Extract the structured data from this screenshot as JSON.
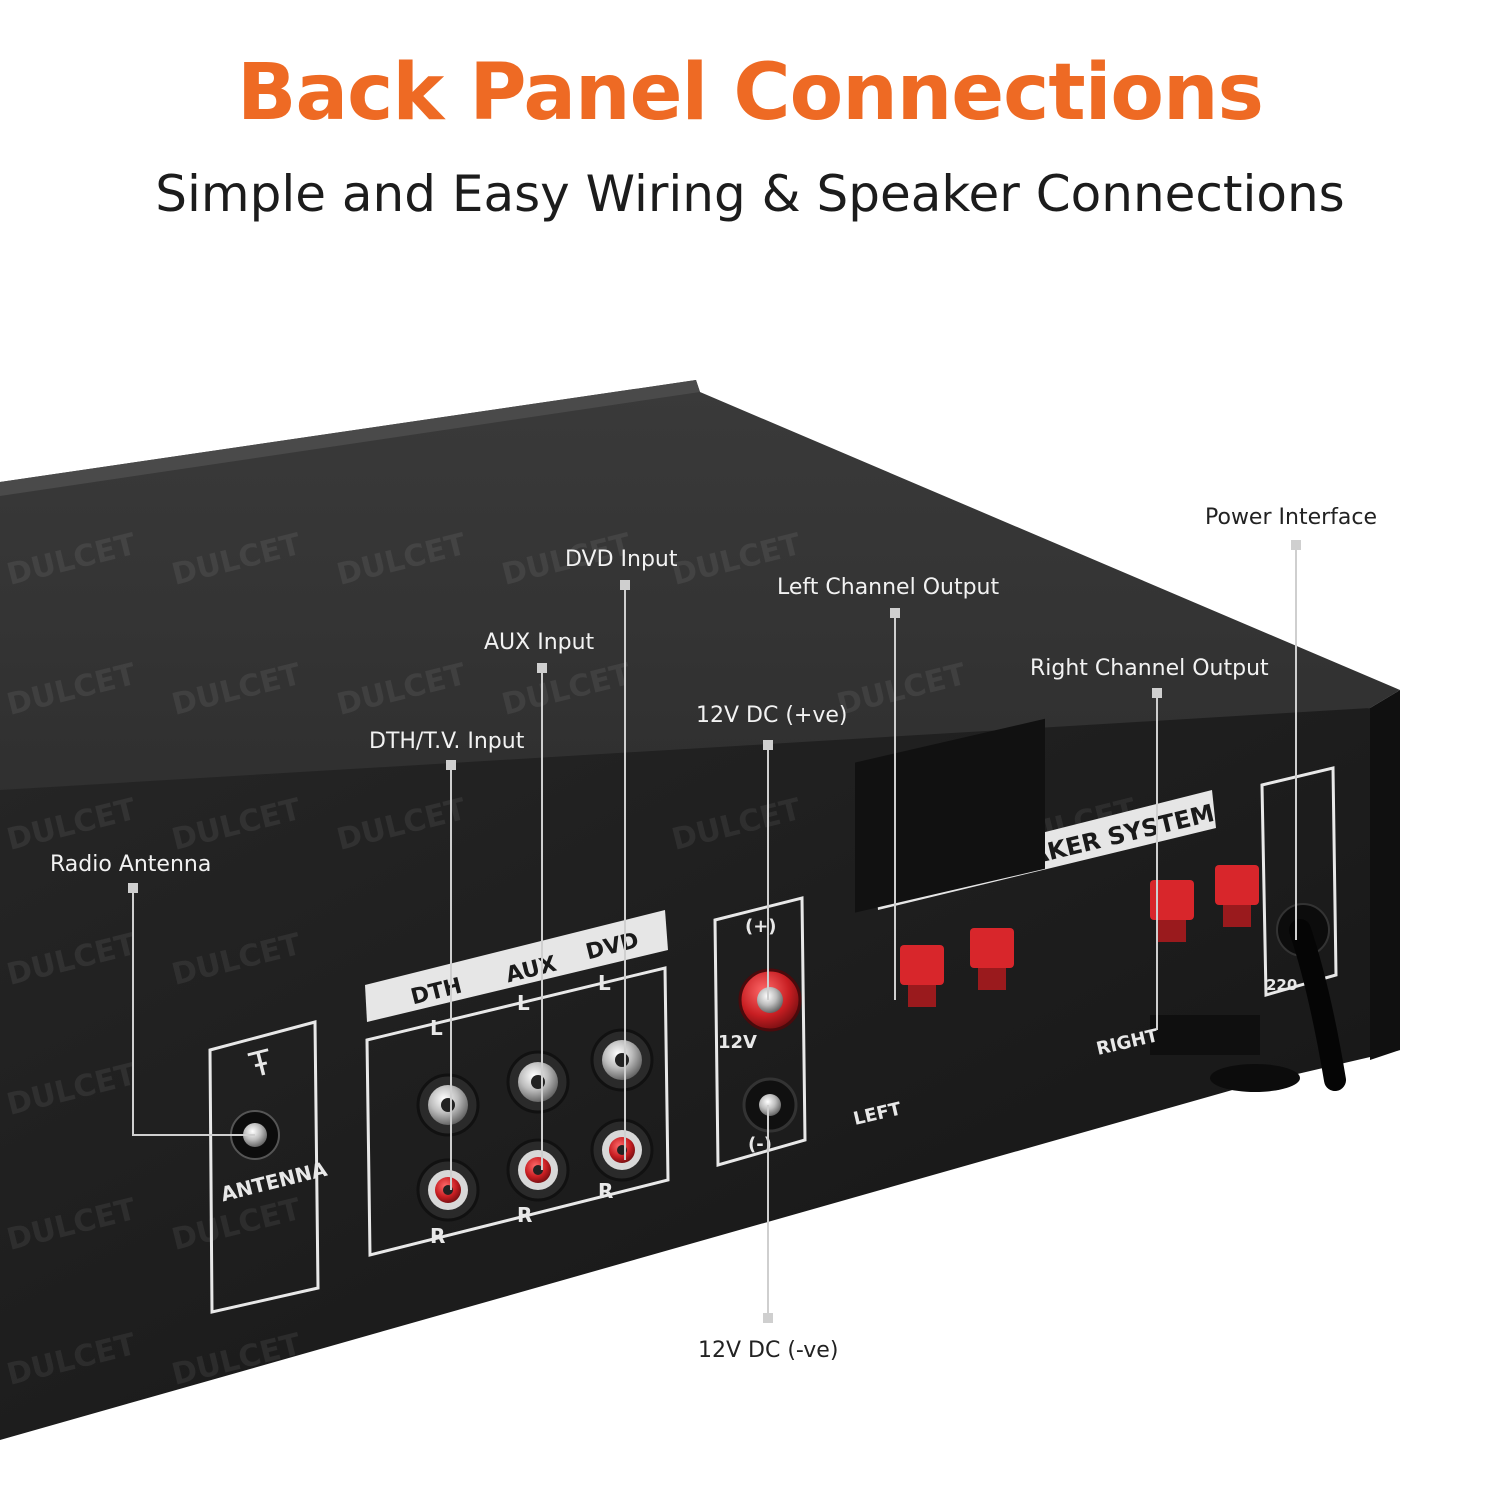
{
  "header": {
    "title": "Back Panel Connections",
    "subtitle": "Simple and Easy Wiring & Speaker Connections"
  },
  "callouts": {
    "power": "Power Interface",
    "dvd_input": "DVD Input",
    "left_output": "Left Channel Output",
    "aux_input": "AUX Input",
    "right_output": "Right Channel Output",
    "dc_pos": "12V DC (+ve)",
    "dth_input": "DTH/T.V. Input",
    "antenna": "Radio Antenna",
    "dc_neg": "12V DC (-ve)"
  },
  "panel": {
    "watermark": "DULCET",
    "input_group": {
      "dth": "DTH",
      "aux": "AUX",
      "dvd": "DVD",
      "left": "L",
      "right": "R"
    },
    "antenna_label": "ANTENNA",
    "speaker_system": "4 WAY SPEAKER SYSTEM",
    "dc_plus": "(+)",
    "dc_12v": "12V",
    "dc_minus": "(-)",
    "left_label": "LEFT",
    "right_label": "RIGHT",
    "power_label": "220"
  },
  "colors": {
    "accent": "#ee6a24",
    "chassis": "#1e1e1e",
    "terminal_red": "#d8262b",
    "callout_line": "#cfcfcf"
  }
}
